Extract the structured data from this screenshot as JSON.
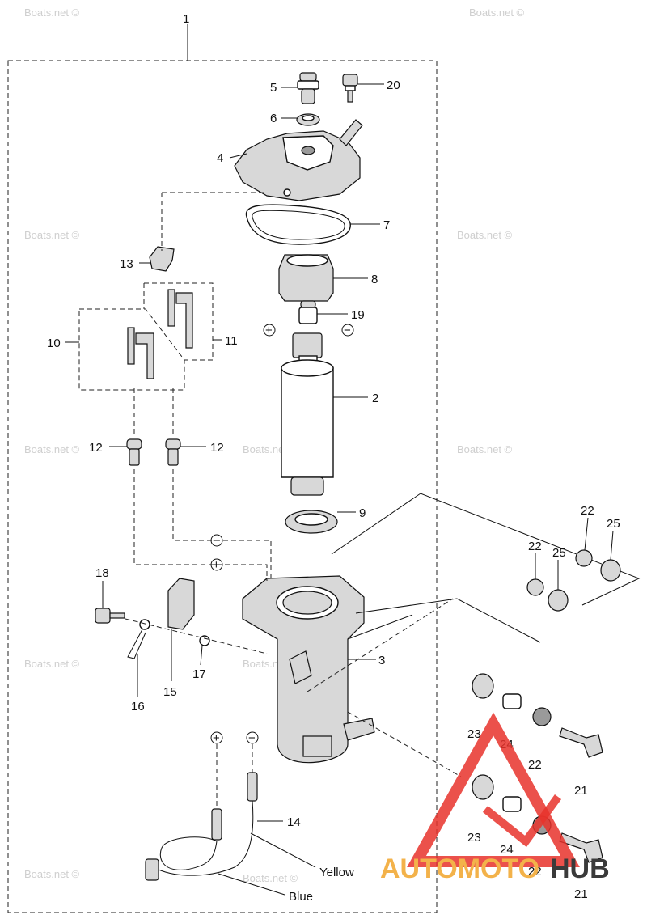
{
  "watermark_text": "Boats.net ©",
  "labels": {
    "p1": "1",
    "p2": "2",
    "p3": "3",
    "p4": "4",
    "p5": "5",
    "p6": "6",
    "p7": "7",
    "p8": "8",
    "p9": "9",
    "p10": "10",
    "p11": "11",
    "p12a": "12",
    "p12b": "12",
    "p13": "13",
    "p14": "14",
    "p15": "15",
    "p16": "16",
    "p17": "17",
    "p18": "18",
    "p19": "19",
    "p20": "20",
    "p21a": "21",
    "p21b": "21",
    "p22a": "22",
    "p22b": "22",
    "p22c": "22",
    "p22d": "22",
    "p23a": "23",
    "p23b": "23",
    "p24a": "24",
    "p24b": "24",
    "p25a": "25",
    "p25b": "25"
  },
  "symbols": {
    "plus": "+",
    "minus": "−"
  },
  "wires": {
    "yellow": "Yellow",
    "blue": "Blue"
  },
  "logo": {
    "part1": "AUTOMOTO",
    "part2": "HUB",
    "colors": {
      "triangle": "#e8322b",
      "auto": "#f3b24a",
      "hub": "#3a3a3a"
    }
  }
}
